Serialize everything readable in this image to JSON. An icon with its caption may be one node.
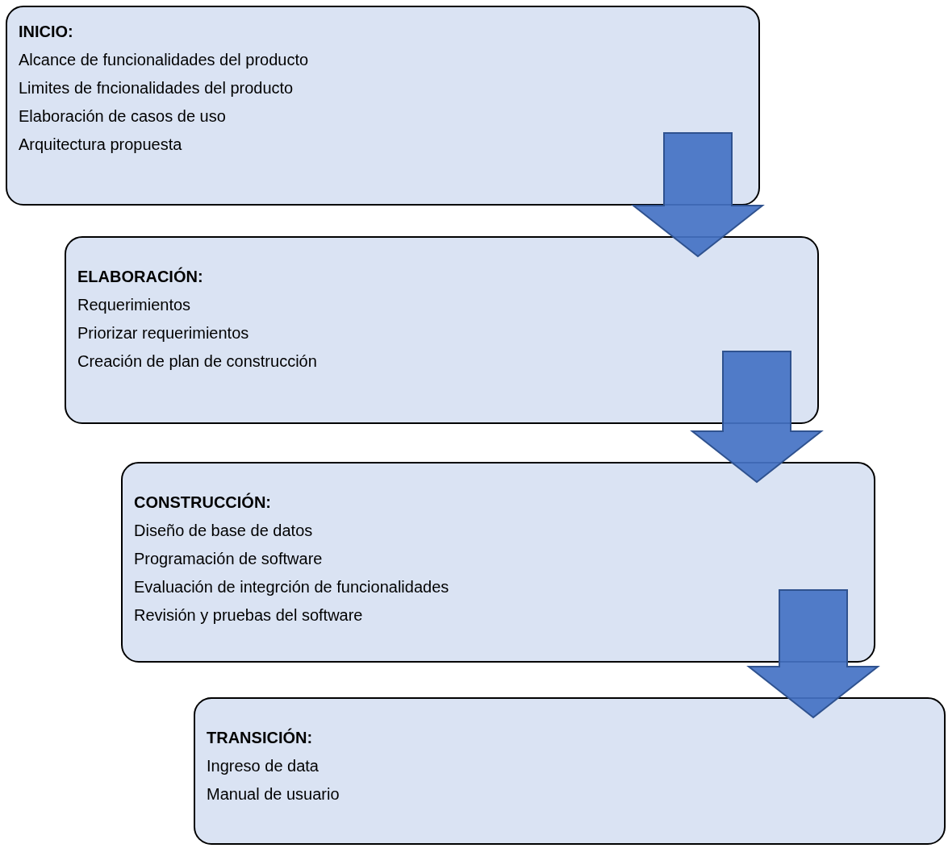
{
  "diagram": {
    "nodes": [
      {
        "text": [
          "INICIO:",
          "Alcance de funcionalidades del producto",
          "Limites de fncionalidades del producto",
          "Elaboración de casos de uso",
          "Arquitectura propuesta"
        ]
      },
      {
        "text": [
          "ELABORACIÓN:",
          "Requerimientos",
          "Priorizar requerimientos",
          "Creación de plan de construcción"
        ]
      },
      {
        "text": [
          "CONSTRUCCIÓN:",
          "Diseño de base de datos",
          "Programación de software",
          "Evaluación de integrción de funcionalidades",
          "Revisión y pruebas del software"
        ]
      },
      {
        "text": [
          "TRANSICIÓN:",
          "Ingreso de data",
          "Manual de usuario"
        ]
      }
    ],
    "edges": [
      {
        "from": 0,
        "to": 1,
        "arrow": "to"
      },
      {
        "from": 1,
        "to": 2,
        "arrow": "to"
      },
      {
        "from": 2,
        "to": 3,
        "arrow": "to"
      }
    ]
  }
}
